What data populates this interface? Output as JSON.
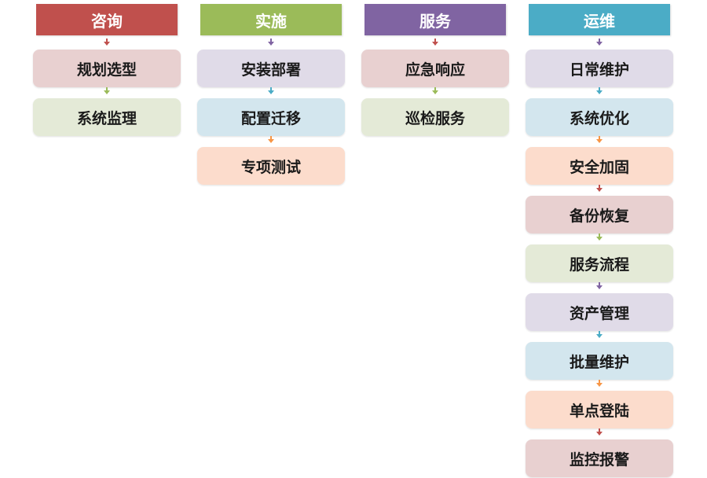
{
  "colors": {
    "red": "#c0504d",
    "green": "#9bbb59",
    "purple": "#8064a2",
    "teal": "#4bacc6",
    "orange": "#f79646",
    "fill_red": "#e8d0d0",
    "fill_green": "#e4ead7",
    "fill_purple": "#e0dbe8",
    "fill_teal": "#d3e6ee",
    "fill_orange": "#fcdccc"
  },
  "columns": [
    {
      "title": "咨询",
      "color": "red",
      "items": [
        {
          "label": "规划选型",
          "fill": "fill_red",
          "arrow": "red"
        },
        {
          "label": "系统监理",
          "fill": "fill_green",
          "arrow": "green"
        }
      ]
    },
    {
      "title": "实施",
      "color": "green",
      "items": [
        {
          "label": "安装部署",
          "fill": "fill_purple",
          "arrow": "purple"
        },
        {
          "label": "配置迁移",
          "fill": "fill_teal",
          "arrow": "teal"
        },
        {
          "label": "专项测试",
          "fill": "fill_orange",
          "arrow": "orange"
        }
      ]
    },
    {
      "title": "服务",
      "color": "purple",
      "items": [
        {
          "label": "应急响应",
          "fill": "fill_red",
          "arrow": "red"
        },
        {
          "label": "巡检服务",
          "fill": "fill_green",
          "arrow": "green"
        }
      ]
    },
    {
      "title": "运维",
      "color": "teal",
      "items": [
        {
          "label": "日常维护",
          "fill": "fill_purple",
          "arrow": "purple"
        },
        {
          "label": "系统优化",
          "fill": "fill_teal",
          "arrow": "teal"
        },
        {
          "label": "安全加固",
          "fill": "fill_orange",
          "arrow": "orange"
        },
        {
          "label": "备份恢复",
          "fill": "fill_red",
          "arrow": "red"
        },
        {
          "label": "服务流程",
          "fill": "fill_green",
          "arrow": "green"
        },
        {
          "label": "资产管理",
          "fill": "fill_purple",
          "arrow": "purple"
        },
        {
          "label": "批量维护",
          "fill": "fill_teal",
          "arrow": "teal"
        },
        {
          "label": "单点登陆",
          "fill": "fill_orange",
          "arrow": "orange"
        },
        {
          "label": "监控报警",
          "fill": "fill_red",
          "arrow": "red"
        }
      ]
    }
  ]
}
